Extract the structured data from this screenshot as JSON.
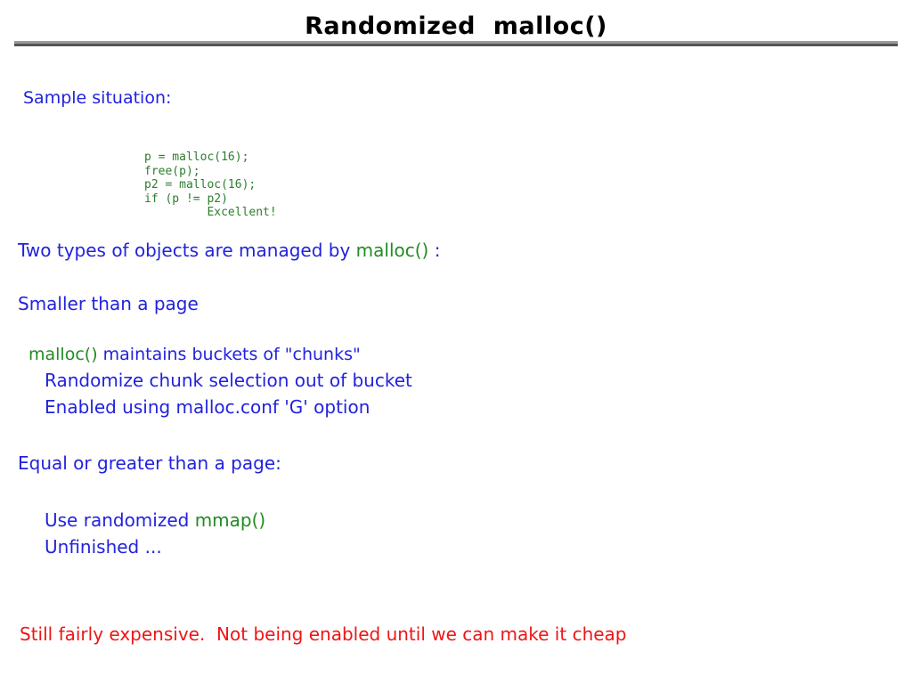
{
  "slide": {
    "title": "Randomized  malloc()",
    "sample_situation_label": "Sample situation:",
    "code_block": "p = malloc(16);\nfree(p);\np2 = malloc(16);\nif (p != p2)\n         Excellent!",
    "two_types": {
      "prefix": "Two types of objects are managed by ",
      "keyword": "malloc()",
      "suffix": " :"
    },
    "smaller_than_page": "Smaller than a page",
    "malloc_buckets": {
      "keyword": "malloc()",
      "rest": " maintains buckets of \"chunks\""
    },
    "randomize_chunk": "Randomize chunk selection out of bucket",
    "enabled_malloc_conf": "Enabled using malloc.conf 'G' option",
    "equal_greater_page": "Equal or greater than a page:",
    "use_randomized_mmap": {
      "prefix": "Use randomized ",
      "keyword": "mmap()"
    },
    "unfinished": "Unfinished ...",
    "still_expensive": "Still fairly expensive.  Not being enabled until we can make it cheap"
  },
  "colors": {
    "title_text": "#000000",
    "body_blue": "#2222dd",
    "keyword_green": "#228b22",
    "code_green": "#2d7d2d",
    "warning_red": "#ee1516",
    "rule_gray": "#9a9a9a",
    "rule_shadow": "#555555",
    "background": "#ffffff"
  }
}
